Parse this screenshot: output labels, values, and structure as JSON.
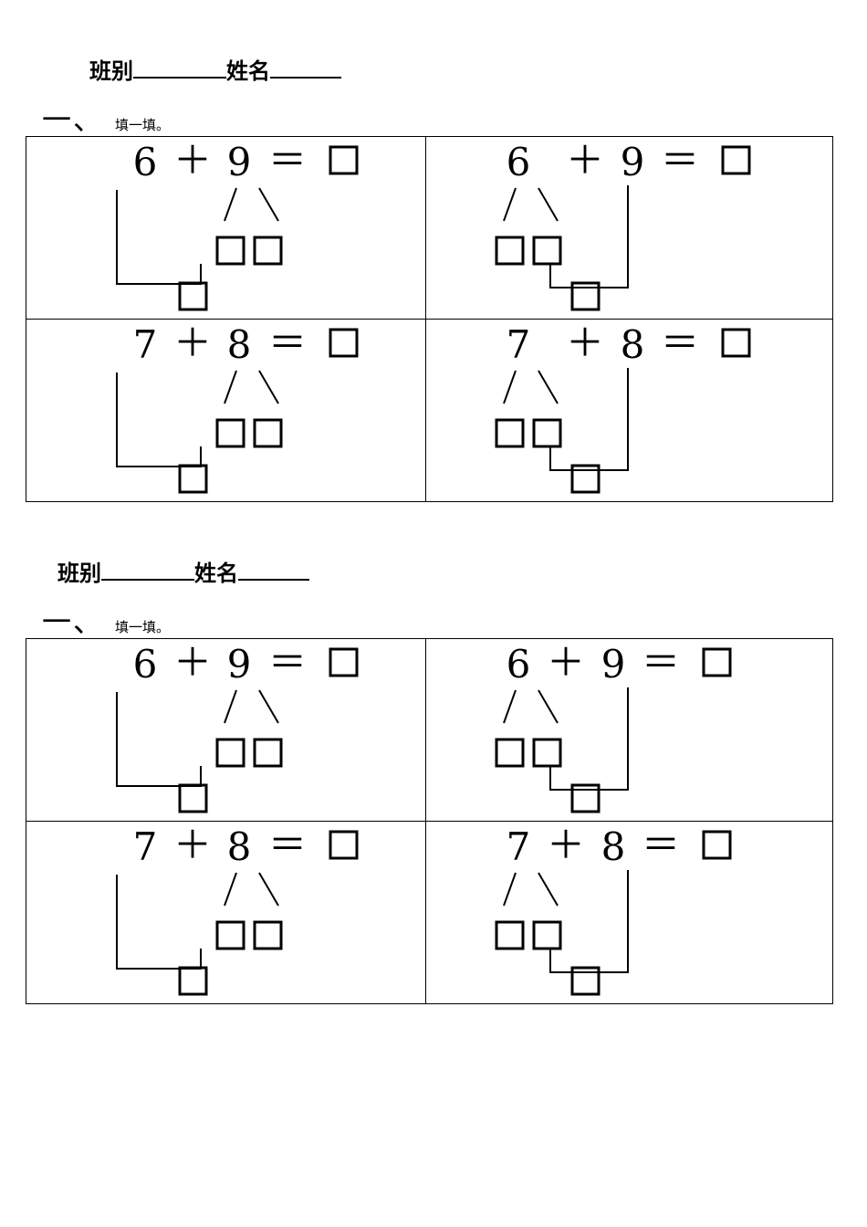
{
  "sheets": [
    {
      "header": {
        "class_label": "班别",
        "name_label": "姓名"
      },
      "section": {
        "number": "一、",
        "instruction": "填一填。"
      },
      "problems": [
        {
          "a": "6",
          "op": "＋",
          "b": "9",
          "eq": "＝"
        },
        {
          "a": "6",
          "op": "＋",
          "b": "9",
          "eq": "＝"
        },
        {
          "a": "7",
          "op": "＋",
          "b": "8",
          "eq": "＝"
        },
        {
          "a": "7",
          "op": "＋",
          "b": "8",
          "eq": "＝"
        }
      ]
    },
    {
      "header": {
        "class_label": "班别",
        "name_label": "姓名"
      },
      "section": {
        "number": "一、",
        "instruction": "填一填。"
      },
      "problems": [
        {
          "a": "6",
          "op": "＋",
          "b": "9",
          "eq": "＝"
        },
        {
          "a": "6",
          "op": "＋",
          "b": "9",
          "eq": "＝"
        },
        {
          "a": "7",
          "op": "＋",
          "b": "8",
          "eq": "＝"
        },
        {
          "a": "7",
          "op": "＋",
          "b": "8",
          "eq": "＝"
        }
      ]
    }
  ]
}
